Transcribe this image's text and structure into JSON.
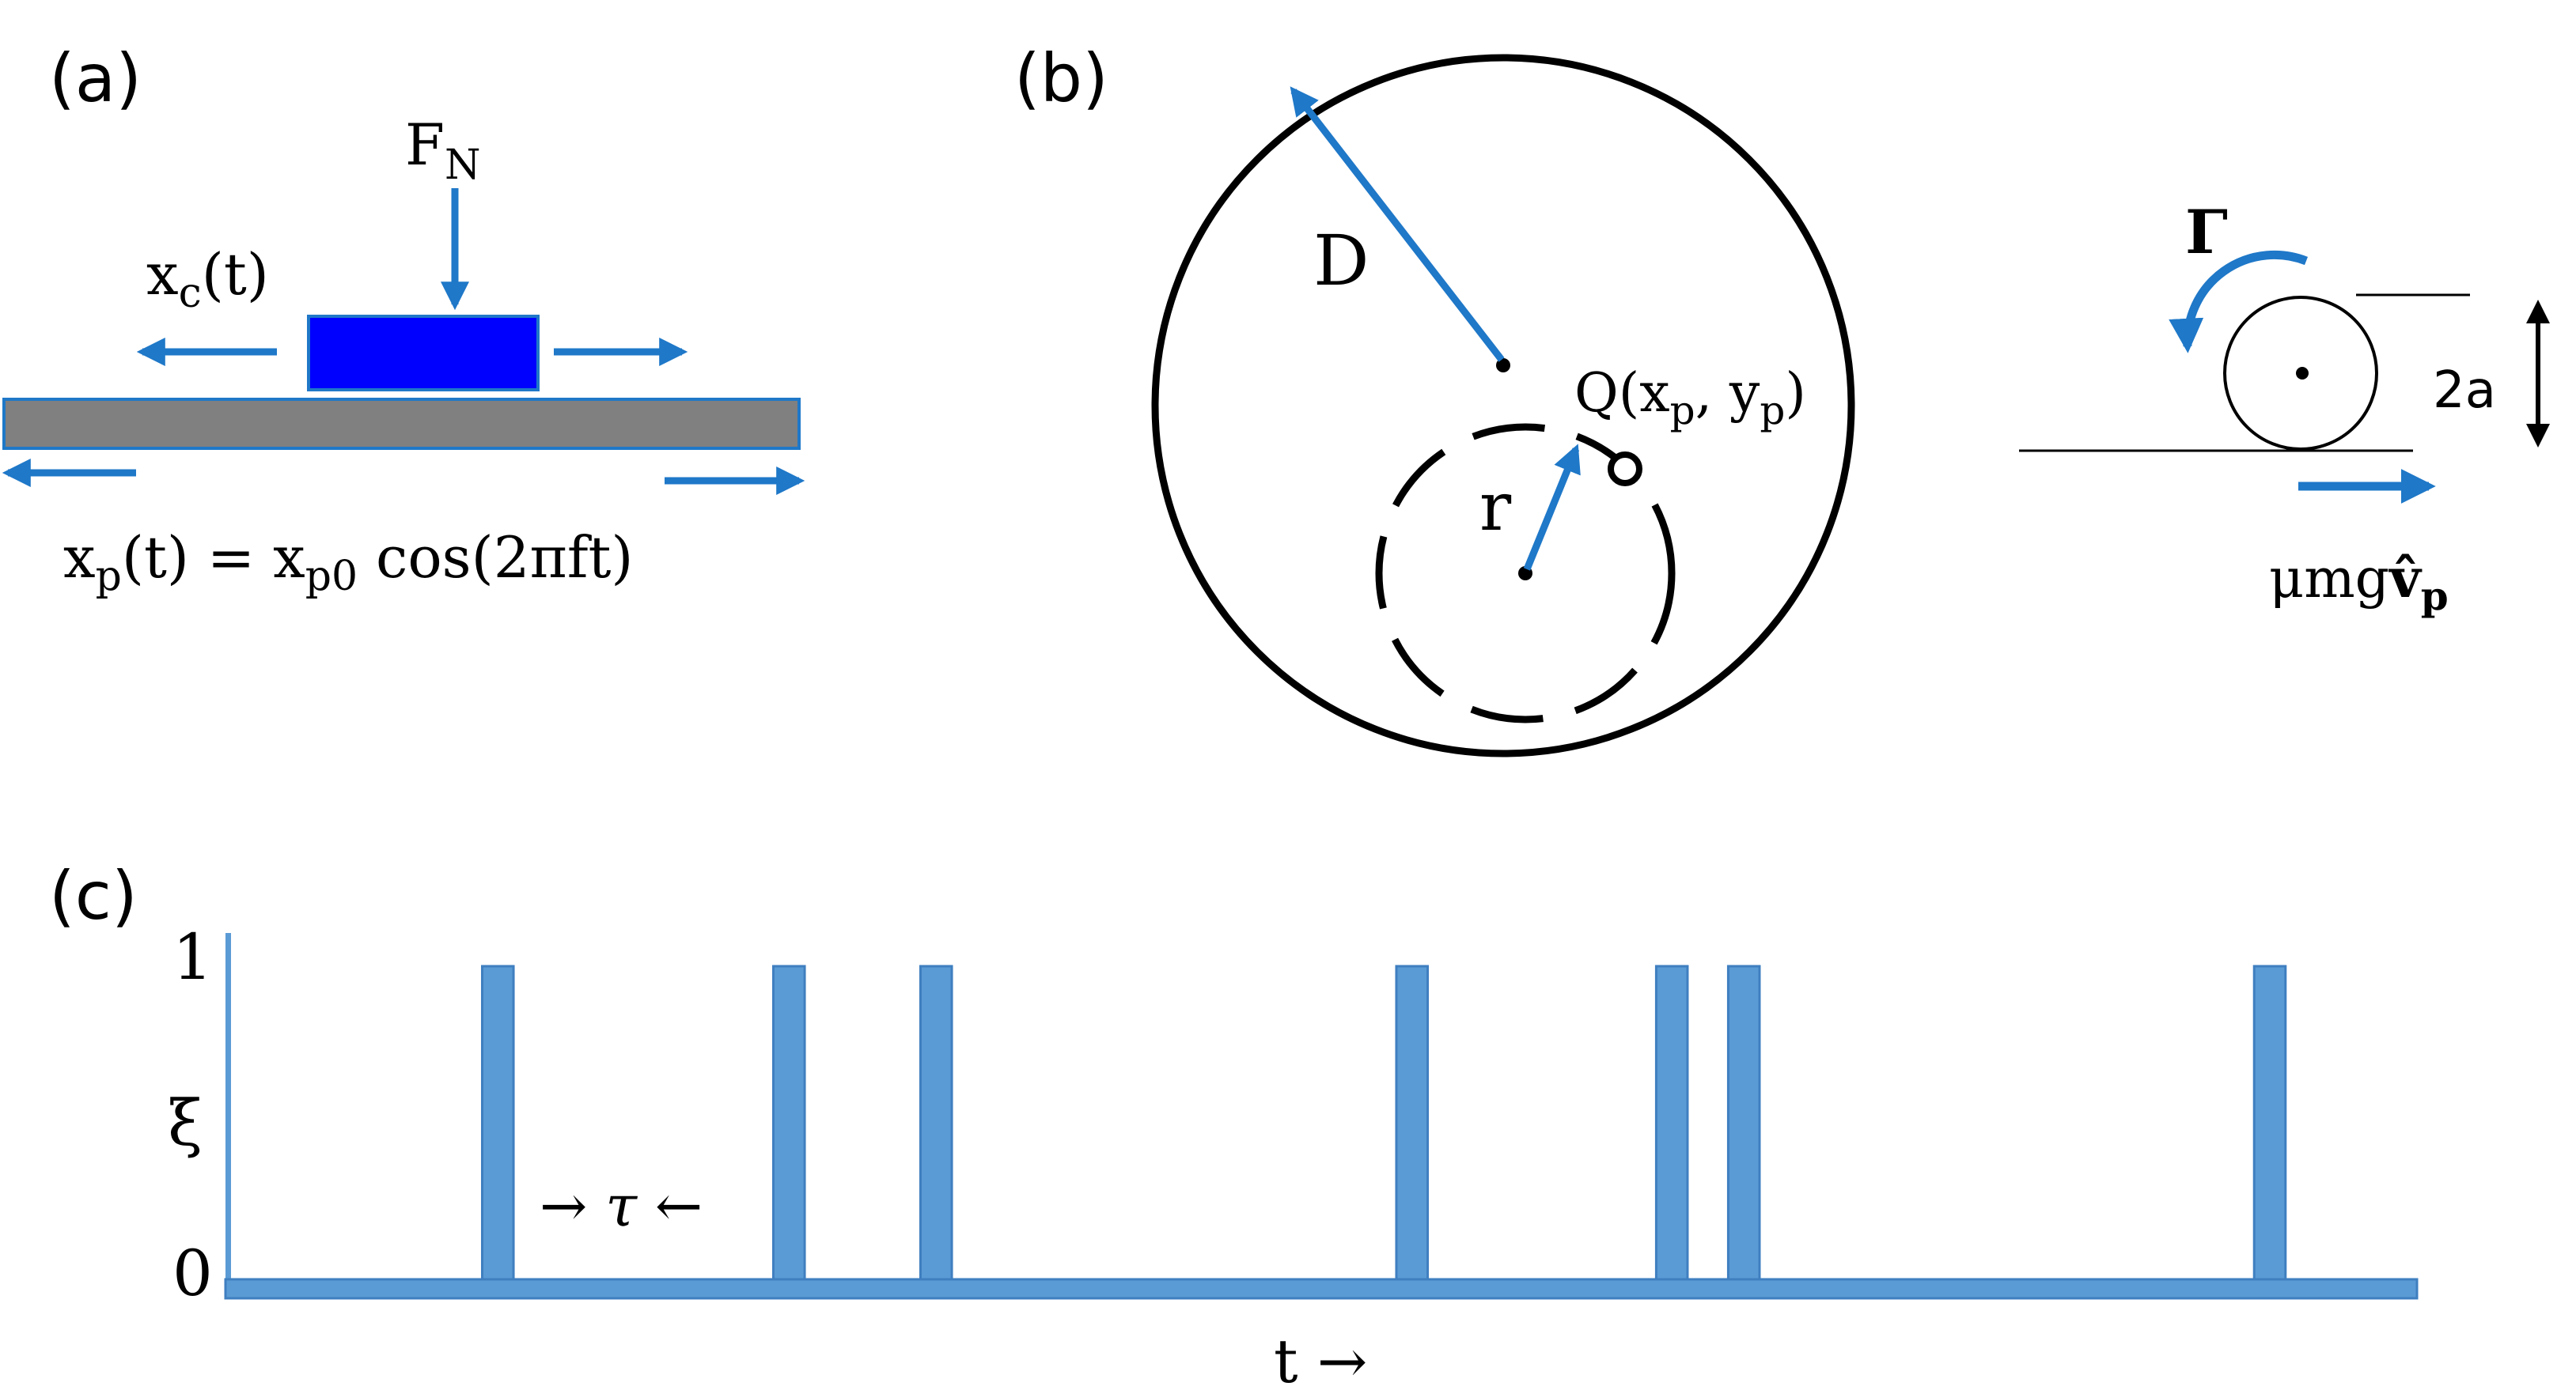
{
  "colors": {
    "arrow": "#1f78c8",
    "plate": "#808080",
    "block": "#0000ff",
    "pulse": "#5b9bd5",
    "ink": "#000000"
  },
  "panel_a": {
    "label": "(a)",
    "normal_force": {
      "base": "F",
      "sub": "N"
    },
    "container_motion": {
      "base": "x",
      "sub": "c",
      "tail": "(t)"
    },
    "plate_motion": {
      "lhs_base": "x",
      "lhs_sub": "p",
      "lhs_tail": "(t) = ",
      "rhs_base": "x",
      "rhs_sub": "p0",
      "rhs_tail": " cos(2πft)"
    }
  },
  "panel_b": {
    "label": "(b)",
    "outer_radius_label": "D",
    "orbit_radius_label": "r",
    "point": {
      "prefix": "Q(",
      "x_base": "x",
      "x_sub": "p",
      "sep": ", ",
      "y_base": "y",
      "y_sub": "p",
      "suffix": ")"
    },
    "torque_label": "Γ",
    "diameter_label": "2a",
    "friction": {
      "prefix": "μmg",
      "vec": "v̂",
      "sub": "p"
    }
  },
  "panel_c": {
    "label": "(c)",
    "y_axis_label": "ξ",
    "y_tick_high": "1",
    "y_tick_low": "0",
    "x_axis_label": "t →",
    "width_annotation": "→ τ ←"
  },
  "chart_data": {
    "type": "bar",
    "title": "",
    "xlabel": "t →",
    "ylabel": "ξ",
    "ylim": [
      0,
      1
    ],
    "grid": false,
    "pulse_times": [
      8.2,
      17.5,
      22.2,
      37.4,
      45.7,
      48.0,
      64.8
    ],
    "pulse_width": 1.0,
    "values": [
      1,
      1,
      1,
      1,
      1,
      1,
      1
    ],
    "xlim": [
      0,
      70
    ]
  }
}
